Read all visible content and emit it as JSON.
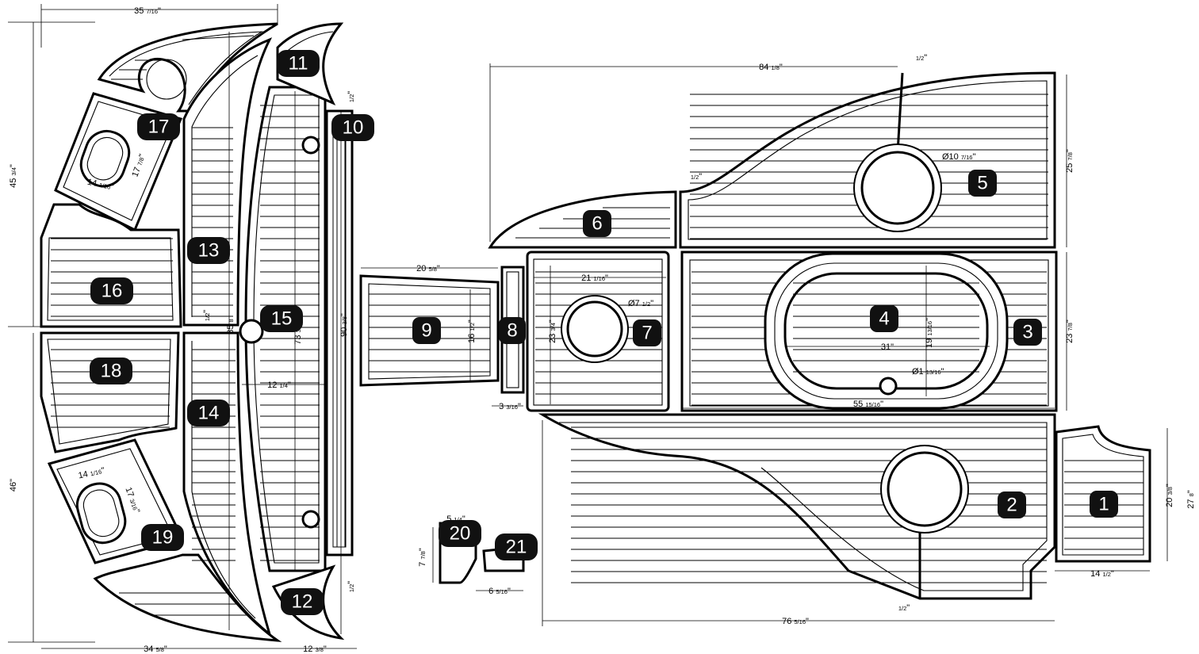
{
  "panels": [
    {
      "id": "1",
      "label": "1"
    },
    {
      "id": "2",
      "label": "2"
    },
    {
      "id": "3",
      "label": "3"
    },
    {
      "id": "4",
      "label": "4"
    },
    {
      "id": "5",
      "label": "5"
    },
    {
      "id": "6",
      "label": "6"
    },
    {
      "id": "7",
      "label": "7"
    },
    {
      "id": "8",
      "label": "8"
    },
    {
      "id": "9",
      "label": "9"
    },
    {
      "id": "10",
      "label": "10"
    },
    {
      "id": "11",
      "label": "11"
    },
    {
      "id": "12",
      "label": "12"
    },
    {
      "id": "13",
      "label": "13"
    },
    {
      "id": "14",
      "label": "14"
    },
    {
      "id": "15",
      "label": "15"
    },
    {
      "id": "16",
      "label": "16"
    },
    {
      "id": "17",
      "label": "17"
    },
    {
      "id": "18",
      "label": "18"
    },
    {
      "id": "19",
      "label": "19"
    },
    {
      "id": "20",
      "label": "20"
    },
    {
      "id": "21",
      "label": "21"
    }
  ],
  "dimensions": [
    {
      "id": "d_35_7_16",
      "text": "35",
      "frac": "7/16",
      "unit": "\""
    },
    {
      "id": "d_45_3_4",
      "text": "45",
      "frac": "3/4",
      "unit": "\""
    },
    {
      "id": "d_46",
      "text": "46",
      "frac": "",
      "unit": "\""
    },
    {
      "id": "d_34_5_8",
      "text": "34",
      "frac": "5/8",
      "unit": "\""
    },
    {
      "id": "d_12_3_8",
      "text": "12",
      "frac": "3/8",
      "unit": "\""
    },
    {
      "id": "d_84_1_8",
      "text": "84",
      "frac": "1/8",
      "unit": "\""
    },
    {
      "id": "d_half_top",
      "text": "",
      "frac": "1/2",
      "unit": "\""
    },
    {
      "id": "d_half_6",
      "text": "",
      "frac": "1/2",
      "unit": "\""
    },
    {
      "id": "d_half_10",
      "text": "",
      "frac": "1/2",
      "unit": "\""
    },
    {
      "id": "d_half_13",
      "text": "",
      "frac": "1/2",
      "unit": "\""
    },
    {
      "id": "d_half_12",
      "text": "",
      "frac": "1/2",
      "unit": "\""
    },
    {
      "id": "d_half_2",
      "text": "",
      "frac": "1/2",
      "unit": "\""
    },
    {
      "id": "d_25_7_8",
      "text": "25",
      "frac": "7/8",
      "unit": "\""
    },
    {
      "id": "d_23_7_8",
      "text": "23",
      "frac": "7/8",
      "unit": "\""
    },
    {
      "id": "d_o10",
      "text": "Ø10",
      "frac": "7/16",
      "unit": "\""
    },
    {
      "id": "d_20_5_8",
      "text": "20",
      "frac": "5/8",
      "unit": "\""
    },
    {
      "id": "d_21_1_16",
      "text": "21",
      "frac": "1/16",
      "unit": "\""
    },
    {
      "id": "d_o7",
      "text": "Ø7",
      "frac": "1/2",
      "unit": "\""
    },
    {
      "id": "d_23_3_4",
      "text": "23",
      "frac": "3/4",
      "unit": "\""
    },
    {
      "id": "d_16_1_2",
      "text": "16",
      "frac": "1/2",
      "unit": "\""
    },
    {
      "id": "d_3_3_16",
      "text": "3",
      "frac": "3/16",
      "unit": "\""
    },
    {
      "id": "d_31",
      "text": "31",
      "frac": "",
      "unit": "\""
    },
    {
      "id": "d_19_13_16",
      "text": "19",
      "frac": "13/16",
      "unit": "\""
    },
    {
      "id": "d_o1",
      "text": "Ø1",
      "frac": "13/16",
      "unit": "\""
    },
    {
      "id": "d_55_15_16",
      "text": "55",
      "frac": "15/16",
      "unit": "\""
    },
    {
      "id": "d_20_3_8",
      "text": "20",
      "frac": "3/8",
      "unit": "\""
    },
    {
      "id": "d_27_8",
      "text": "27",
      "frac": "8",
      "unit": "\""
    },
    {
      "id": "d_14_1_2",
      "text": "14",
      "frac": "1/2",
      "unit": "\""
    },
    {
      "id": "d_76_5_16",
      "text": "76",
      "frac": "5/16",
      "unit": "\""
    },
    {
      "id": "d_12_1_4",
      "text": "12",
      "frac": "1/4",
      "unit": "\""
    },
    {
      "id": "d_73_3",
      "text": "73",
      "frac": "3",
      "unit": ""
    },
    {
      "id": "d_90_3_8",
      "text": "90",
      "frac": "3/8",
      "unit": "\""
    },
    {
      "id": "d_85_8",
      "text": "85",
      "frac": "8",
      "unit": ""
    },
    {
      "id": "d_17_7_8",
      "text": "17",
      "frac": "7/8",
      "unit": "\""
    },
    {
      "id": "d_14_1_16_a",
      "text": "14",
      "frac": "1/16",
      "unit": "\""
    },
    {
      "id": "d_14_1_16_b",
      "text": "14",
      "frac": "1/16",
      "unit": "\""
    },
    {
      "id": "d_17_3_16",
      "text": "17",
      "frac": "3/16",
      "unit": "\""
    },
    {
      "id": "d_5_1_4",
      "text": "5",
      "frac": "1/4",
      "unit": "\""
    },
    {
      "id": "d_7_7_8",
      "text": "7",
      "frac": "7/8",
      "unit": "\""
    },
    {
      "id": "d_6_5_16",
      "text": "6",
      "frac": "5/16",
      "unit": "\""
    }
  ]
}
